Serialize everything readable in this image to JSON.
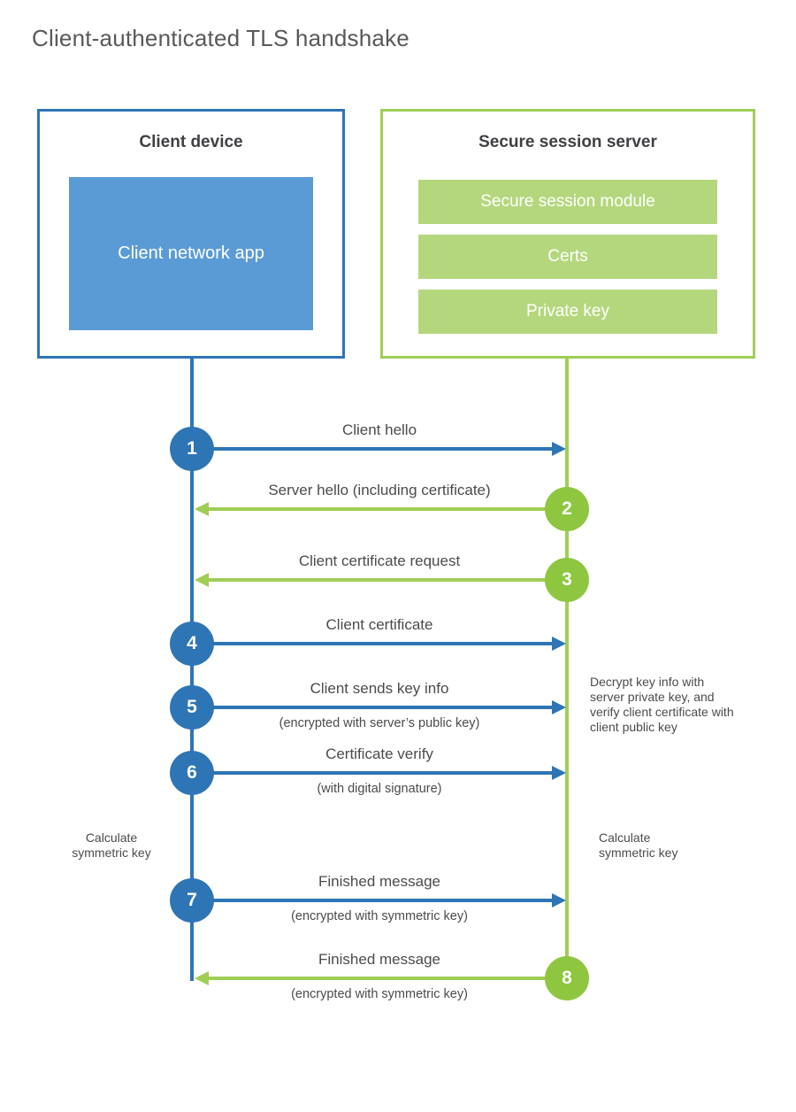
{
  "title": "Client-authenticated TLS handshake",
  "client": {
    "title": "Client device",
    "app_label": "Client network app"
  },
  "server": {
    "title": "Secure session server",
    "modules": [
      "Secure session module",
      "Certs",
      "Private key"
    ]
  },
  "messages": [
    {
      "number": "1",
      "from": "client",
      "to": "server",
      "label": "Client hello",
      "sublabel": ""
    },
    {
      "number": "2",
      "from": "server",
      "to": "client",
      "label": "Server hello (including certificate)",
      "sublabel": ""
    },
    {
      "number": "3",
      "from": "server",
      "to": "client",
      "label": "Client certificate request",
      "sublabel": ""
    },
    {
      "number": "4",
      "from": "client",
      "to": "server",
      "label": "Client certificate",
      "sublabel": ""
    },
    {
      "number": "5",
      "from": "client",
      "to": "server",
      "label": "Client sends key info",
      "sublabel": "(encrypted with server’s public key)"
    },
    {
      "number": "6",
      "from": "client",
      "to": "server",
      "label": "Certificate verify",
      "sublabel": "(with digital signature)"
    },
    {
      "number": "7",
      "from": "client",
      "to": "server",
      "label": "Finished message",
      "sublabel": "(encrypted with symmetric key)"
    },
    {
      "number": "8",
      "from": "server",
      "to": "client",
      "label": "Finished message",
      "sublabel": "(encrypted with symmetric key)"
    }
  ],
  "notes": {
    "decrypt": "Decrypt key info with server private key, and verify client certificate with client public key",
    "calc_left": "Calculate symmetric key",
    "calc_right": "Calculate symmetric key"
  },
  "colors": {
    "blue": "#2e75b6",
    "blue_fill": "#5b9bd5",
    "green_line": "#a0ce55",
    "green_circle": "#8ec640",
    "green_fill": "#b4d77d"
  }
}
